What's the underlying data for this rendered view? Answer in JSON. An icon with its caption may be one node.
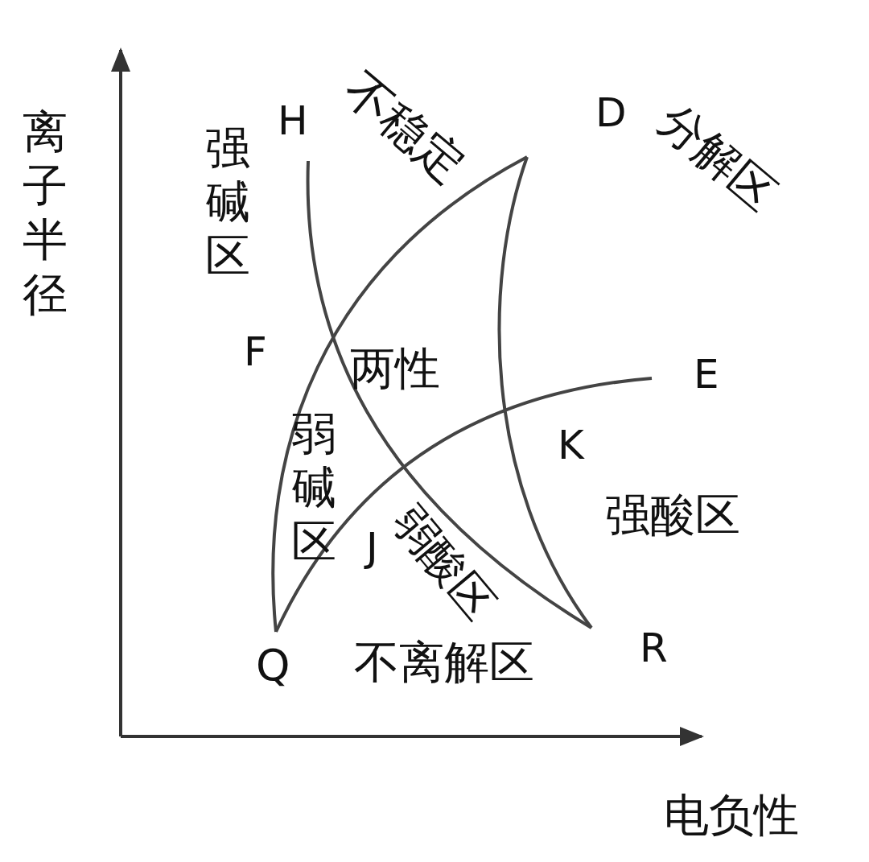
{
  "diagram": {
    "labels": [
      "不稳定",
      "H",
      "D",
      "分解区",
      "离子半径",
      "强碱区",
      "F",
      "两性",
      "E",
      "弱碱区",
      "K",
      "弱酸区",
      "强酸区",
      "J",
      "Q",
      "不离解区",
      "R",
      "电负性"
    ]
  }
}
